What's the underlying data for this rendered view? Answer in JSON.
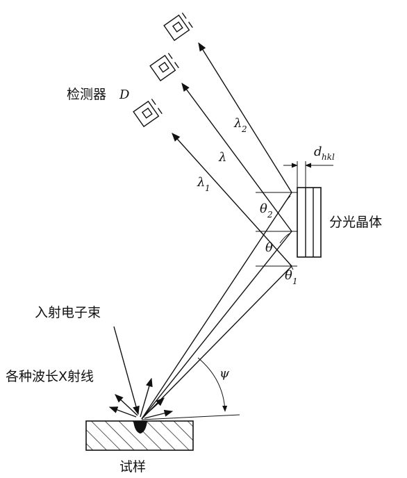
{
  "labels": {
    "detector": "检测器",
    "detector_symbol": "D",
    "crystal": "分光晶体",
    "incident_beam": "入射电子束",
    "xrays": "各种波长X射线",
    "sample": "试样",
    "d_symbol": "d",
    "d_subscript": "hkl",
    "psi": "ψ"
  },
  "wavelengths": {
    "lambda": "λ",
    "lambda1_base": "λ",
    "lambda1_sub": "1",
    "lambda2_base": "λ",
    "lambda2_sub": "2"
  },
  "angles": {
    "theta": "θ",
    "theta1_base": "θ",
    "theta1_sub": "1",
    "theta2_base": "θ",
    "theta2_sub": "2"
  }
}
